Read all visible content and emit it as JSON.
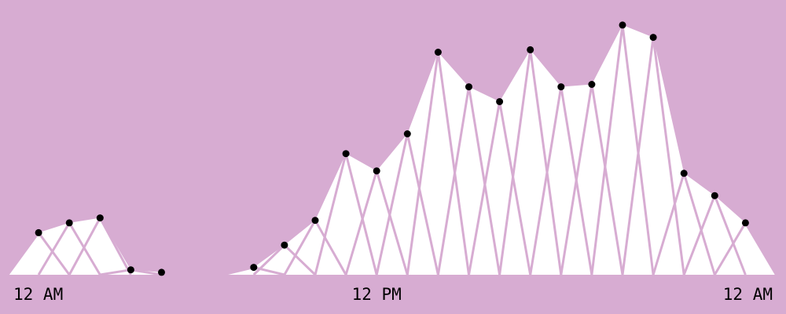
{
  "chart_data": {
    "type": "area",
    "title": "",
    "xlabel": "",
    "ylabel": "",
    "x_unit": "hour of day",
    "xlim": [
      0,
      24
    ],
    "ylim": [
      0,
      100
    ],
    "grid": false,
    "legend": "none",
    "colors": {
      "background": "#d7acd2",
      "fill": "#ffffff",
      "lines": "#d7acd2",
      "points": "#000000",
      "text": "#000000"
    },
    "x_ticks": [
      {
        "x": 0,
        "label": "12 AM"
      },
      {
        "x": 12,
        "label": "12 PM"
      },
      {
        "x": 24,
        "label": "12 AM"
      }
    ],
    "segments": [
      {
        "hours": [
          0,
          1,
          2,
          3,
          4,
          5
        ],
        "values": [
          0,
          17,
          21,
          23,
          2,
          1
        ]
      },
      {
        "hours": [
          7,
          8,
          9,
          10,
          11,
          12,
          13,
          14,
          15,
          16,
          17,
          18,
          19,
          20,
          21,
          22,
          23,
          24,
          25
        ],
        "values": [
          0,
          3,
          12,
          22,
          49,
          42,
          57,
          90,
          76,
          70,
          91,
          76,
          77,
          101,
          96,
          41,
          32,
          21,
          0
        ]
      }
    ],
    "points": [
      {
        "hour": 1,
        "value": 17
      },
      {
        "hour": 2,
        "value": 21
      },
      {
        "hour": 3,
        "value": 23
      },
      {
        "hour": 4,
        "value": 2
      },
      {
        "hour": 5,
        "value": 1
      },
      {
        "hour": 8,
        "value": 3
      },
      {
        "hour": 9,
        "value": 12
      },
      {
        "hour": 10,
        "value": 22
      },
      {
        "hour": 11,
        "value": 49
      },
      {
        "hour": 12,
        "value": 42
      },
      {
        "hour": 13,
        "value": 57
      },
      {
        "hour": 14,
        "value": 90
      },
      {
        "hour": 15,
        "value": 76
      },
      {
        "hour": 16,
        "value": 70
      },
      {
        "hour": 17,
        "value": 91
      },
      {
        "hour": 18,
        "value": 76
      },
      {
        "hour": 19,
        "value": 77
      },
      {
        "hour": 20,
        "value": 101
      },
      {
        "hour": 21,
        "value": 96
      },
      {
        "hour": 22,
        "value": 41
      },
      {
        "hour": 23,
        "value": 32
      },
      {
        "hour": 24,
        "value": 21
      }
    ],
    "zigzag_anchor_value": 0
  }
}
